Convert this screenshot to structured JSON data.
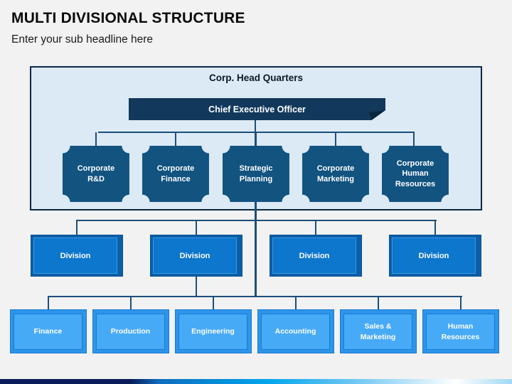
{
  "slide": {
    "title": "MULTI DIVISIONAL STRUCTURE",
    "subtitle": "Enter your sub headline here"
  },
  "chart": {
    "headquarters_label": "Corp. Head Quarters",
    "ceo_label": "Chief Executive Officer",
    "corporate_units": [
      {
        "label": "Corporate R&D"
      },
      {
        "label": "Corporate Finance"
      },
      {
        "label": "Strategic Planning"
      },
      {
        "label": "Corporate Marketing"
      },
      {
        "label": "Corporate Human Resources"
      }
    ],
    "divisions": [
      {
        "label": "Division"
      },
      {
        "label": "Division"
      },
      {
        "label": "Division"
      },
      {
        "label": "Division"
      }
    ],
    "departments": [
      {
        "label": "Finance"
      },
      {
        "label": "Production"
      },
      {
        "label": "Engineering"
      },
      {
        "label": "Accounting"
      },
      {
        "label": "Sales & Marketing"
      },
      {
        "label": "Human Resources"
      }
    ]
  },
  "palette": {
    "slide_background": "#f2f2f2",
    "title_color": "#0a0a0a",
    "headquarters_fill": "#dceaf6",
    "headquarters_border": "#0a2743",
    "ceo_banner_fill": "#12395c",
    "ceo_banner_fold": "#0a2740",
    "corporate_unit_fill": "#125380",
    "division_fill": "#0d76cd",
    "division_frame": "#0a5fa8",
    "department_fill": "#47aaf7",
    "department_frame": "#2d95e9",
    "department_border": "#1a7ad0",
    "connector": "#1d4e79",
    "text_on_dark": "#ffffff",
    "footer_gradient": [
      "#0a1c5a",
      "#0f6dbe",
      "#00a5ec",
      "#74c9f3",
      "#ffffff",
      "#a0d8f4"
    ]
  }
}
